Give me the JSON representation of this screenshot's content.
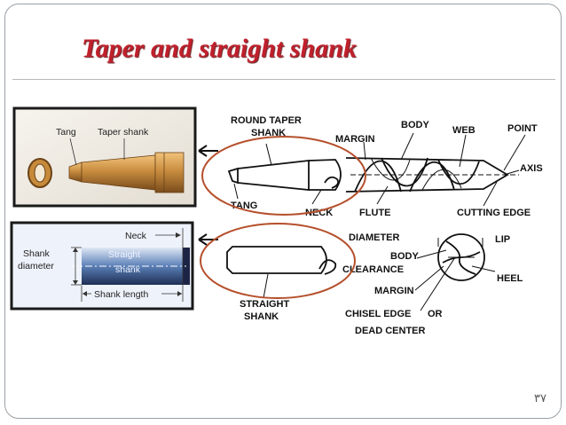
{
  "slide": {
    "title": "Taper  and straight shank",
    "page_number": "٣٧"
  },
  "photo_taper": {
    "tang_label": "Tang",
    "taper_shank_label": "Taper shank"
  },
  "photo_straight": {
    "neck_label": "Neck",
    "shank_diameter_label_1": "Shank",
    "shank_diameter_label_2": "diameter",
    "straight_shank_label_1": "Straight",
    "straight_shank_label_2": "shank",
    "shank_length_label": "Shank length"
  },
  "drill_diagram": {
    "round_taper_shank_1": "ROUND TAPER",
    "round_taper_shank_2": "SHANK",
    "tang": "TANG",
    "neck": "NECK",
    "margin_top": "MARGIN",
    "body": "BODY",
    "web": "WEB",
    "point": "POINT",
    "axis": "AXIS",
    "flute": "FLUTE",
    "cutting_edge": "CUTTING EDGE",
    "diameter": "DIAMETER",
    "lip": "LIP",
    "body_clearance_1": "BODY",
    "body_clearance_2": "CLEARANCE",
    "heel": "HEEL",
    "margin_bottom": "MARGIN",
    "chisel_edge_1": "CHISEL EDGE",
    "chisel_edge_or": "OR",
    "dead_center": "DEAD CENTER",
    "straight_shank_1": "STRAIGHT",
    "straight_shank_2": "SHANK"
  },
  "colors": {
    "title": "#c0202c",
    "highlight_ellipse": "#b5502c",
    "photo_frame": "#1a1a1a"
  }
}
